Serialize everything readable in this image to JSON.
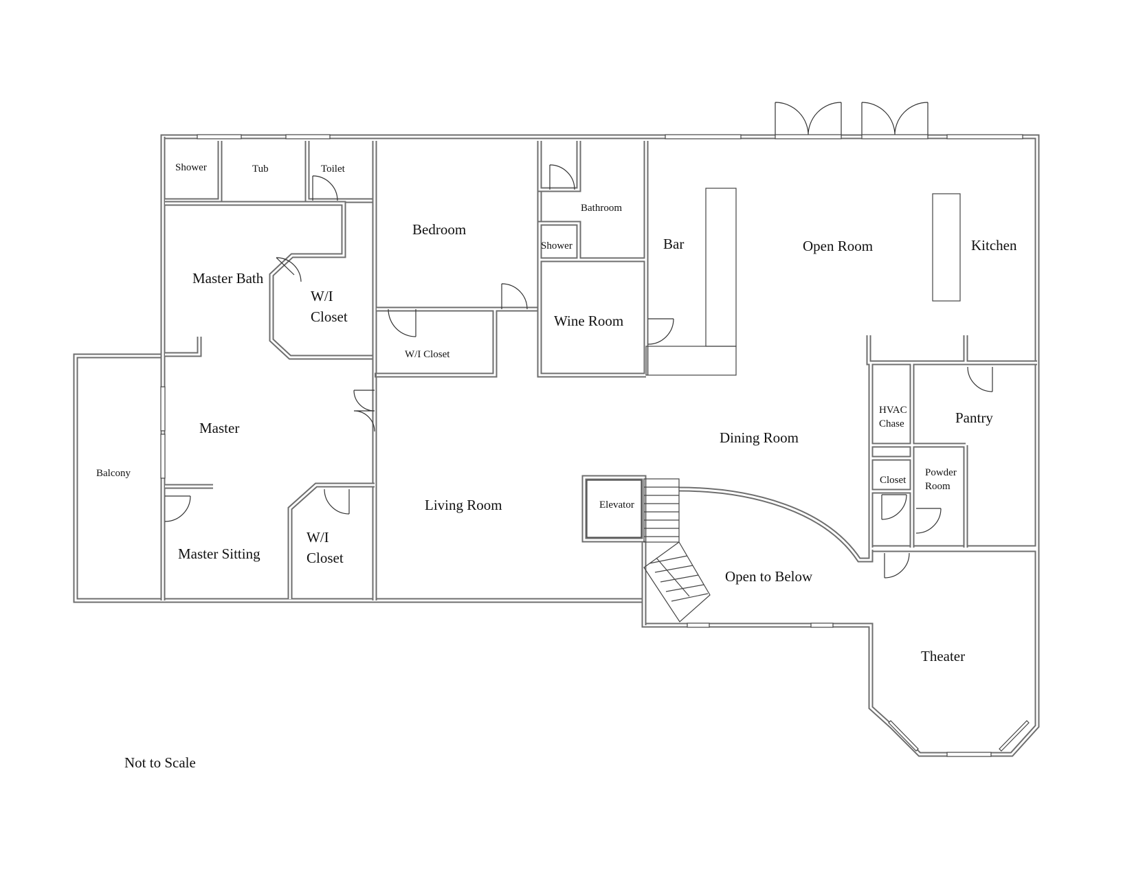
{
  "plan": {
    "rooms": {
      "shower1": "Shower",
      "tub": "Tub",
      "toilet": "Toilet",
      "master_bath": "Master Bath",
      "wi_closet1_l1": "W/I",
      "wi_closet1_l2": "Closet",
      "bedroom": "Bedroom",
      "bathroom": "Bathroom",
      "shower2": "Shower",
      "wi_closet2": "W/I Closet",
      "wine_room": "Wine Room",
      "bar": "Bar",
      "open_room": "Open Room",
      "kitchen": "Kitchen",
      "master": "Master",
      "balcony": "Balcony",
      "hvac_l1": "HVAC",
      "hvac_l2": "Chase",
      "pantry": "Pantry",
      "dining_room": "Dining Room",
      "closet": "Closet",
      "powder_l1": "Powder",
      "powder_l2": "Room",
      "living_room": "Living Room",
      "elevator": "Elevator",
      "master_sitting": "Master Sitting",
      "wi_closet3_l1": "W/I",
      "wi_closet3_l2": "Closet",
      "open_to_below": "Open to Below",
      "theater": "Theater"
    },
    "note": "Not to Scale"
  }
}
